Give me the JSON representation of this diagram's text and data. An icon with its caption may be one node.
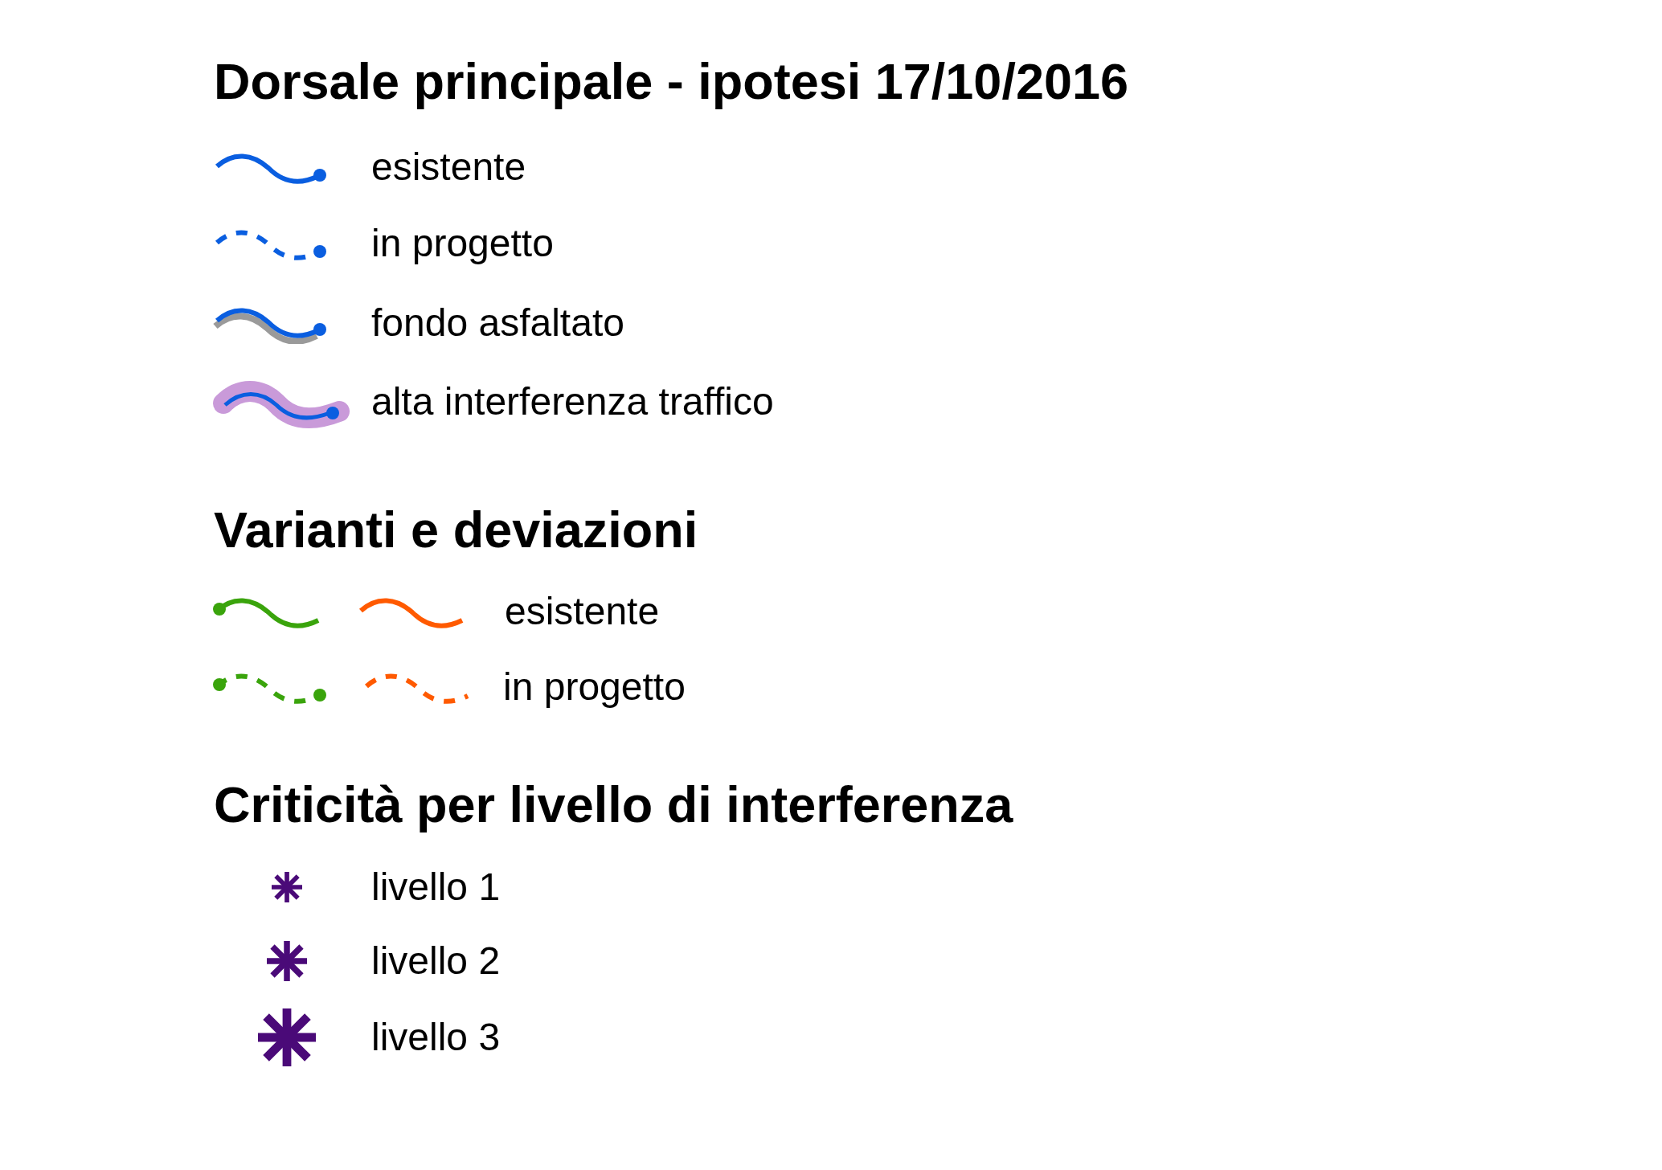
{
  "diagram": {
    "labels": [
      "Dorsale principale - ipotesi 17/10/2016",
      "Varianti e deviazioni",
      "Criticità per livello di interferenza"
    ],
    "legend": [
      {
        "text": "esistente"
      },
      {
        "text": "in progetto"
      },
      {
        "text": "fondo asfaltato"
      },
      {
        "text": "alta interferenza traffico"
      },
      {
        "text": "esistente"
      },
      {
        "text": "in progetto"
      },
      {
        "text": "livello 1"
      },
      {
        "text": "livello 2"
      },
      {
        "text": "livello 3"
      }
    ]
  }
}
